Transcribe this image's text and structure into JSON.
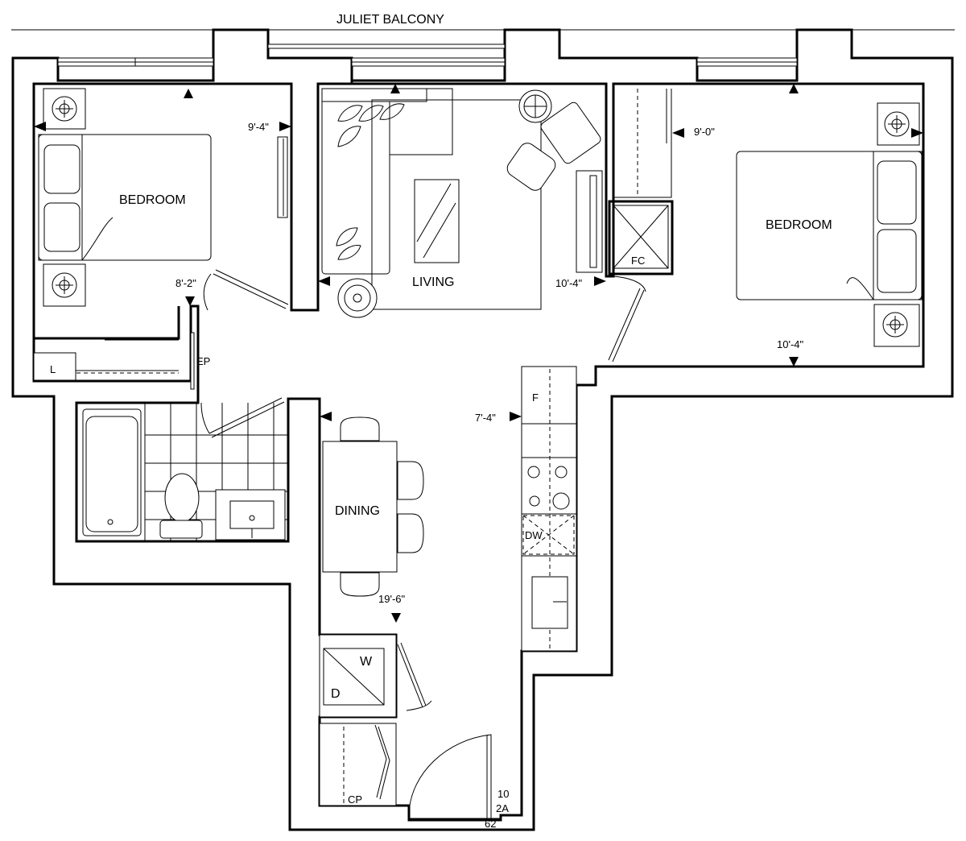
{
  "header": {
    "balcony_label": "JULIET BALCONY"
  },
  "rooms": {
    "bedroom_left": "BEDROOM",
    "living": "LIVING",
    "bedroom_right": "BEDROOM",
    "dining": "DINING"
  },
  "dimensions": {
    "bed_left_width": "9'-4\"",
    "bed_left_depth": "8'-2\"",
    "living_width": "10'-4\"",
    "bed_right_width": "9'-0\"",
    "bed_right_depth": "10'-4\"",
    "kitchen_width": "7'-4\"",
    "dining_length": "19'-6\""
  },
  "fixtures": {
    "linen": "L",
    "electrical_panel": "EP",
    "fan_coil": "FC",
    "fridge": "F",
    "dishwasher": "DW",
    "washer": "W",
    "dryer": "D",
    "coat_closet": "CP"
  },
  "unit_info": {
    "line1": "10",
    "line2": "2A",
    "line3": "62"
  }
}
